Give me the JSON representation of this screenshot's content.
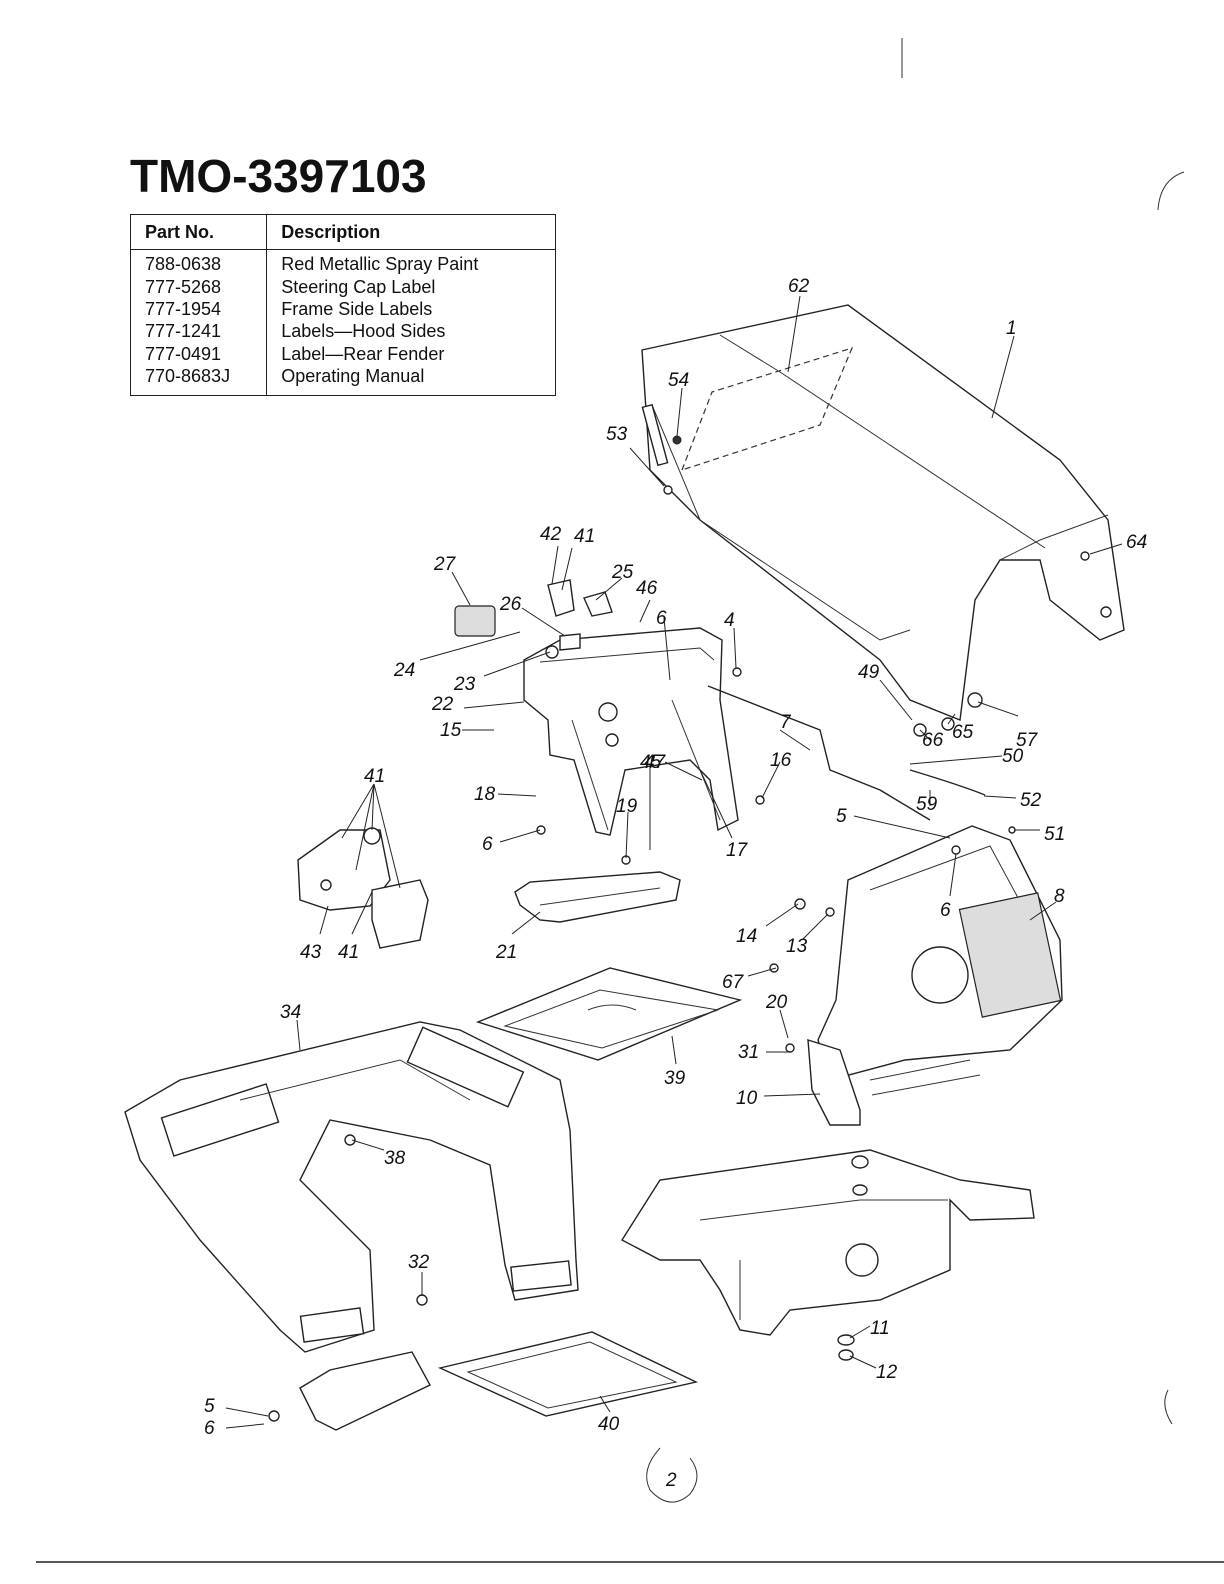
{
  "title": "TMO-3397103",
  "parts_table": {
    "headers": {
      "part_no": "Part No.",
      "description": "Description"
    },
    "rows": [
      {
        "part_no": "788-0638",
        "description": "Red Metallic Spray Paint"
      },
      {
        "part_no": "777-5268",
        "description": "Steering Cap Label"
      },
      {
        "part_no": "777-1954",
        "description": "Frame Side Labels"
      },
      {
        "part_no": "777-1241",
        "description": "Labels—Hood Sides"
      },
      {
        "part_no": "777-0491",
        "description": "Label—Rear Fender"
      },
      {
        "part_no": "770-8683J",
        "description": "Operating Manual"
      }
    ]
  },
  "callouts": [
    "62",
    "1",
    "54",
    "53",
    "64",
    "42",
    "41",
    "27",
    "25",
    "46",
    "26",
    "6",
    "4",
    "24",
    "23",
    "22",
    "15",
    "7",
    "49",
    "57",
    "65",
    "66",
    "50",
    "47",
    "16",
    "41",
    "18",
    "19",
    "45",
    "52",
    "59",
    "5",
    "51",
    "6",
    "17",
    "8",
    "14",
    "13",
    "6",
    "43",
    "41",
    "21",
    "67",
    "20",
    "34",
    "31",
    "10",
    "39",
    "38",
    "32",
    "11",
    "12",
    "5",
    "6",
    "40"
  ],
  "page_mark": "2"
}
